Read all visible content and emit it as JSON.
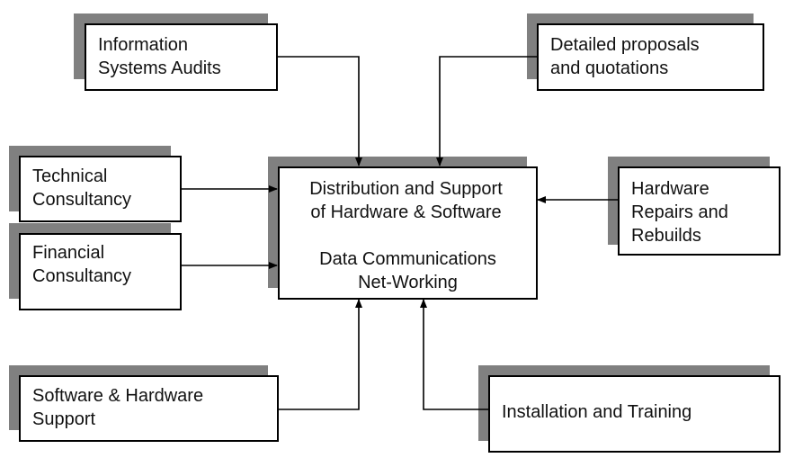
{
  "diagram": {
    "center": {
      "line1": "Distribution and Support",
      "line2": "of Hardware & Software",
      "line3": "Data Communications",
      "line4": "Net-Working"
    },
    "nodes": {
      "info_audits": "Information\nSystems Audits",
      "proposals": "Detailed proposals\nand quotations",
      "technical": "Technical\nConsultancy",
      "financial": "Financial\nConsultancy",
      "hardware_repairs": "Hardware\nRepairs and\nRebuilds",
      "sw_hw_support": "Software & Hardware\nSupport",
      "installation": "Installation and Training"
    },
    "colors": {
      "shadow": "#808080",
      "border": "#000000",
      "fill": "#ffffff"
    }
  }
}
